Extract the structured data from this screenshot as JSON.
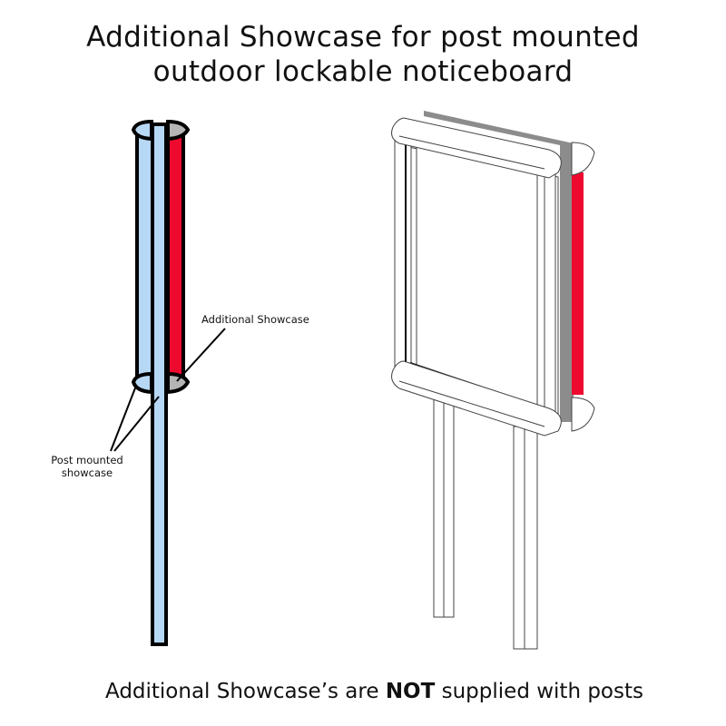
{
  "title": {
    "line1": "Additional Showcase for post mounted",
    "line2": "outdoor lockable noticeboard"
  },
  "labels": {
    "additional_showcase": "Additional Showcase",
    "post_mounted_line1": "Post mounted",
    "post_mounted_line2": "showcase"
  },
  "footer": {
    "before": "Additional Showcase’s are ",
    "emphasis": "NOT",
    "after": " supplied with posts"
  },
  "colors": {
    "showcase_blue": "#b7d8f5",
    "additional_red": "#ee0a2f",
    "cap_grey": "#b5b5b5",
    "back_grey": "#8c8c8c"
  }
}
